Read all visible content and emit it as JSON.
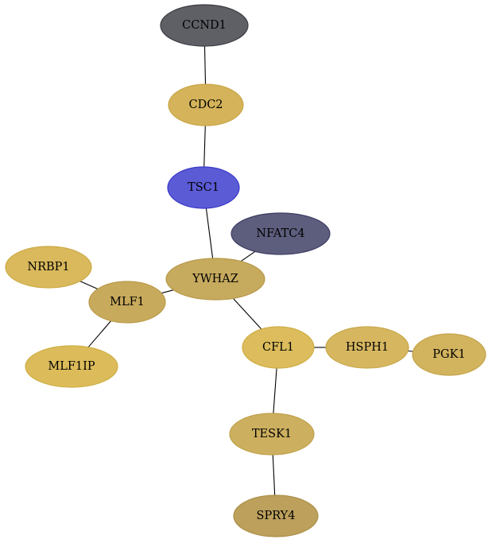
{
  "nodes": [
    {
      "id": "CCND1",
      "label": "CCND1",
      "fill": "#5f5f66",
      "stroke": "#3b3b44"
    },
    {
      "id": "CDC2",
      "label": "CDC2",
      "fill": "#d4b35a",
      "stroke": "#c8a647"
    },
    {
      "id": "TSC1",
      "label": "TSC1",
      "fill": "#5b5bd6",
      "stroke": "#3a3ac8"
    },
    {
      "id": "NFATC4",
      "label": "NFATC4",
      "fill": "#5d5d7d",
      "stroke": "#3d3d63"
    },
    {
      "id": "YWHAZ",
      "label": "YWHAZ",
      "fill": "#c6aa5e",
      "stroke": "#b8994a"
    },
    {
      "id": "NRBP1",
      "label": "NRBP1",
      "fill": "#d9b95c",
      "stroke": "#ccaa45"
    },
    {
      "id": "MLF1",
      "label": "MLF1",
      "fill": "#c8aa5d",
      "stroke": "#b89a48"
    },
    {
      "id": "MLF1IP",
      "label": "MLF1IP",
      "fill": "#dcbc5a",
      "stroke": "#ceaf43"
    },
    {
      "id": "CFL1",
      "label": "CFL1",
      "fill": "#dcbc5c",
      "stroke": "#cfae46"
    },
    {
      "id": "HSPH1",
      "label": "HSPH1",
      "fill": "#d6b760",
      "stroke": "#c8a84b"
    },
    {
      "id": "PGK1",
      "label": "PGK1",
      "fill": "#d2b35e",
      "stroke": "#c4a449"
    },
    {
      "id": "TESK1",
      "label": "TESK1",
      "fill": "#cdb05f",
      "stroke": "#bfa04a"
    },
    {
      "id": "SPRY4",
      "label": "SPRY4",
      "fill": "#bca05c",
      "stroke": "#ac9048"
    }
  ],
  "edges": [
    {
      "from": "CCND1",
      "to": "CDC2"
    },
    {
      "from": "CDC2",
      "to": "TSC1"
    },
    {
      "from": "TSC1",
      "to": "YWHAZ"
    },
    {
      "from": "NFATC4",
      "to": "YWHAZ"
    },
    {
      "from": "YWHAZ",
      "to": "MLF1"
    },
    {
      "from": "NRBP1",
      "to": "MLF1"
    },
    {
      "from": "MLF1",
      "to": "MLF1IP"
    },
    {
      "from": "YWHAZ",
      "to": "CFL1"
    },
    {
      "from": "CFL1",
      "to": "HSPH1"
    },
    {
      "from": "HSPH1",
      "to": "PGK1"
    },
    {
      "from": "CFL1",
      "to": "TESK1"
    },
    {
      "from": "TESK1",
      "to": "SPRY4"
    }
  ]
}
